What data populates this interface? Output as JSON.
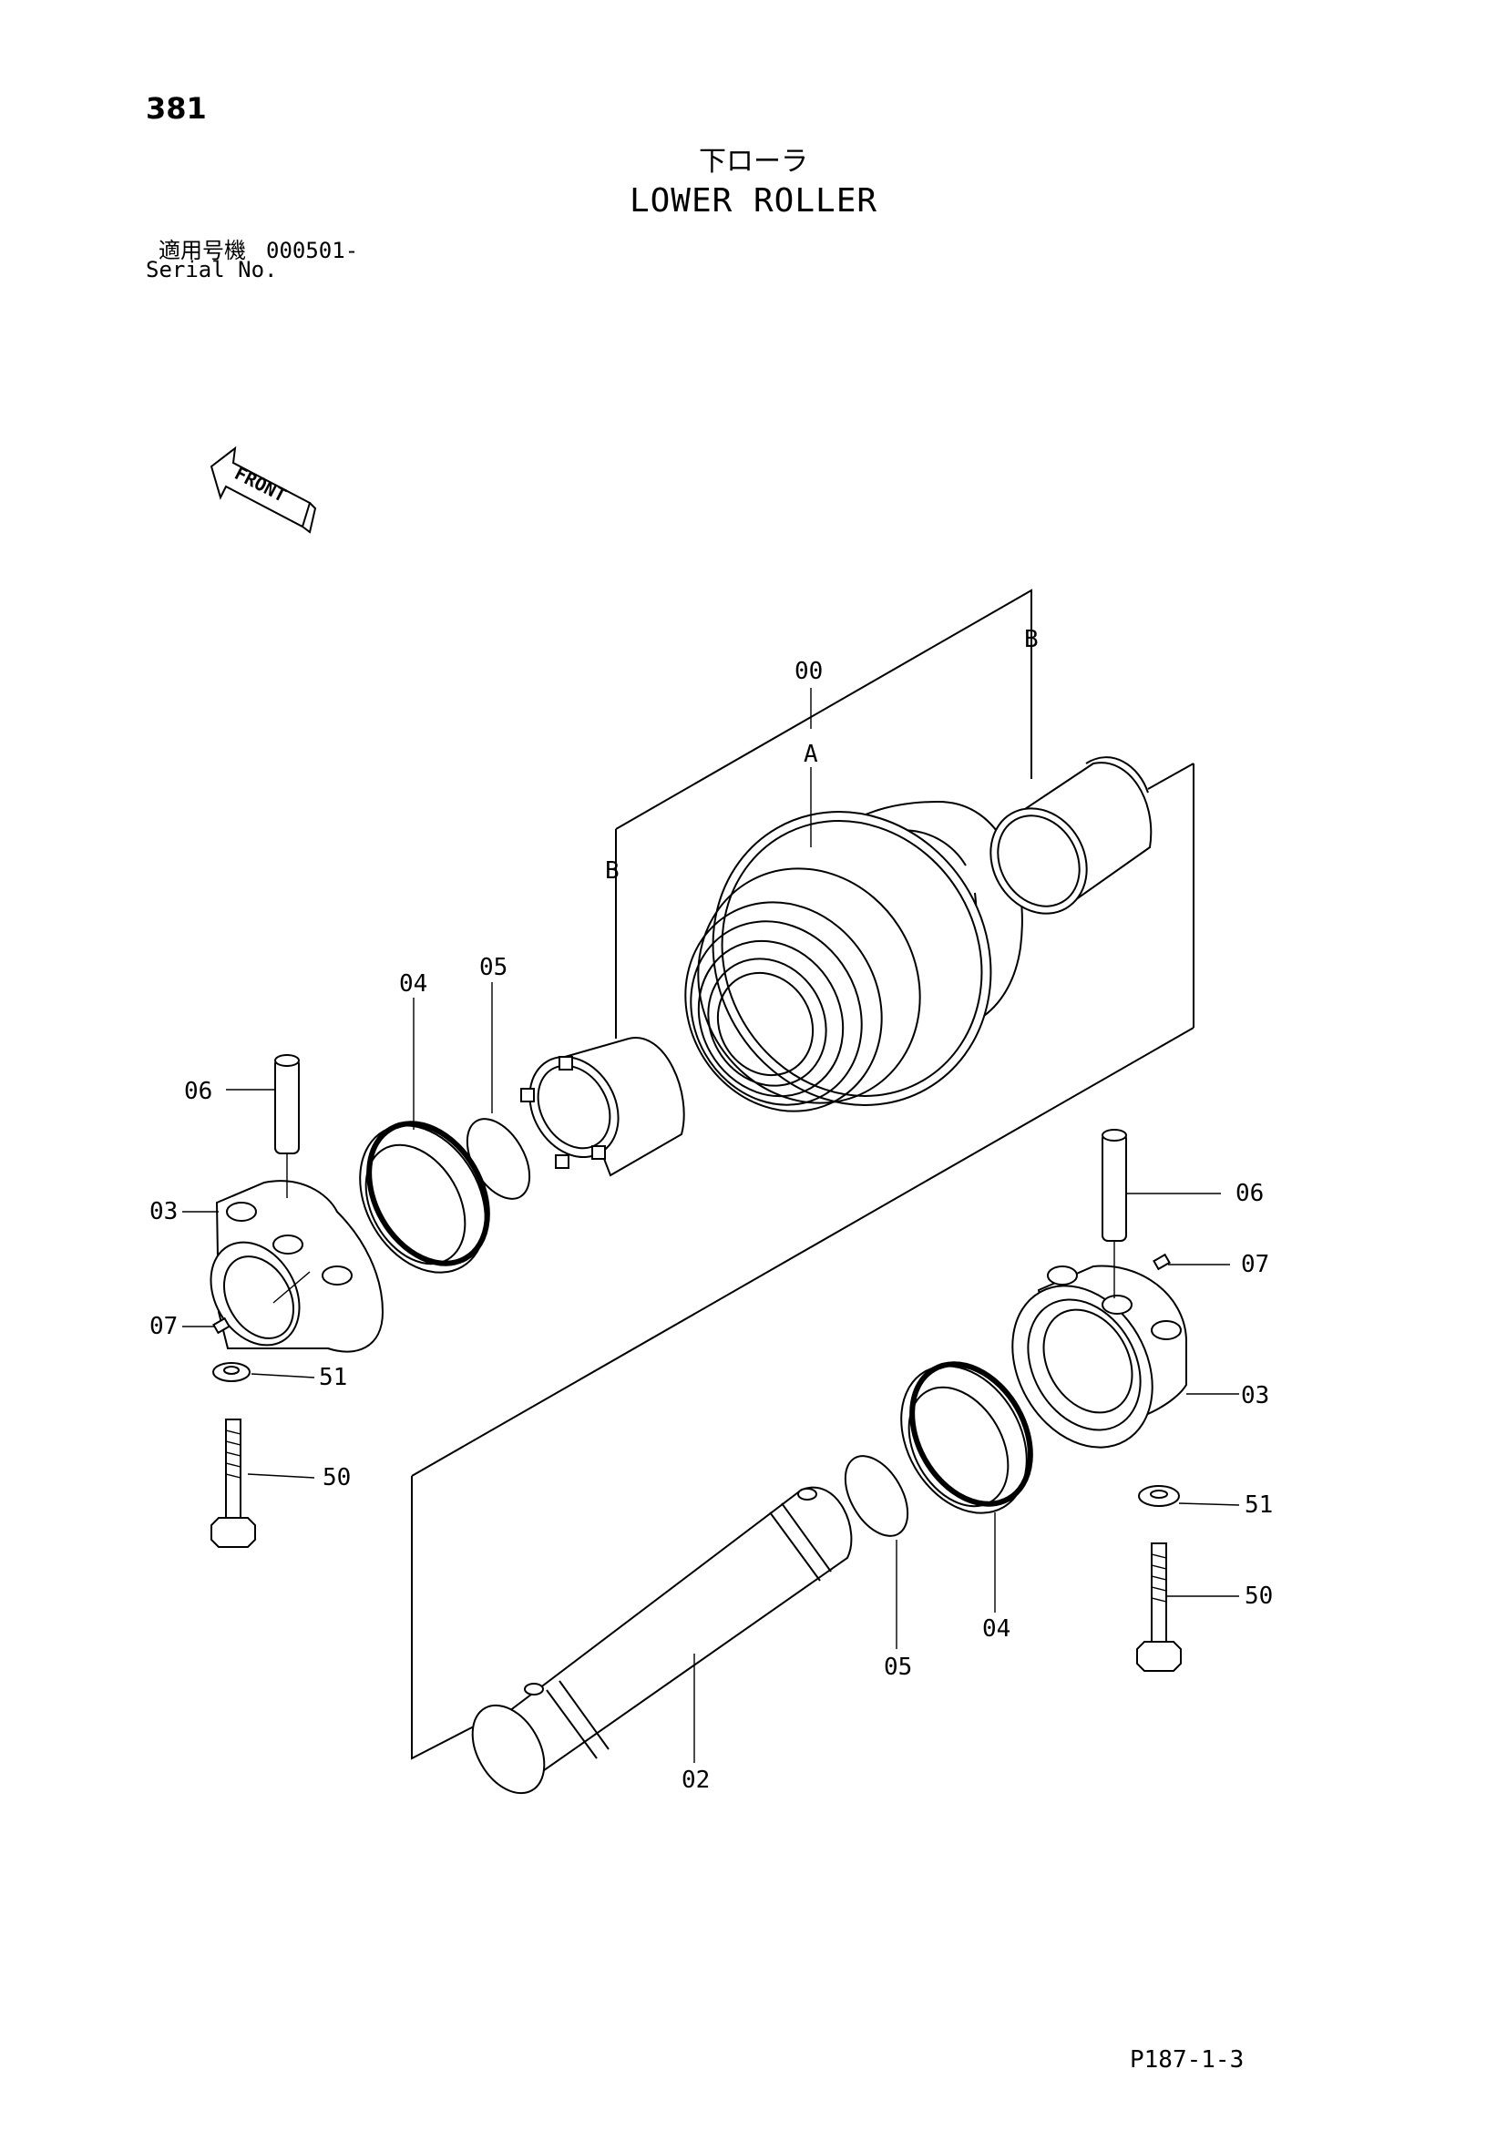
{
  "header": {
    "page_number": "381",
    "title_jp": "下ローラ",
    "title_en": "LOWER ROLLER",
    "serial_label_jp": "適用号機",
    "serial_value": "000501-",
    "serial_label_en": "Serial No."
  },
  "front_indicator": "FRONT",
  "callouts": {
    "roller_assembly": "00",
    "ref_a": "A",
    "ref_b_top": "B",
    "ref_b_left": "B",
    "seal_left": "04",
    "oring_left": "05",
    "pin_left": "06",
    "collar_left": "03",
    "plug_left": "07",
    "washer_left": "51",
    "bolt_left": "50",
    "pin_right": "06",
    "plug_right": "07",
    "collar_right": "03",
    "washer_right": "51",
    "bolt_right": "50",
    "seal_right": "04",
    "oring_right": "05",
    "shaft": "02"
  },
  "footer": {
    "page_code": "P187-1-3"
  }
}
